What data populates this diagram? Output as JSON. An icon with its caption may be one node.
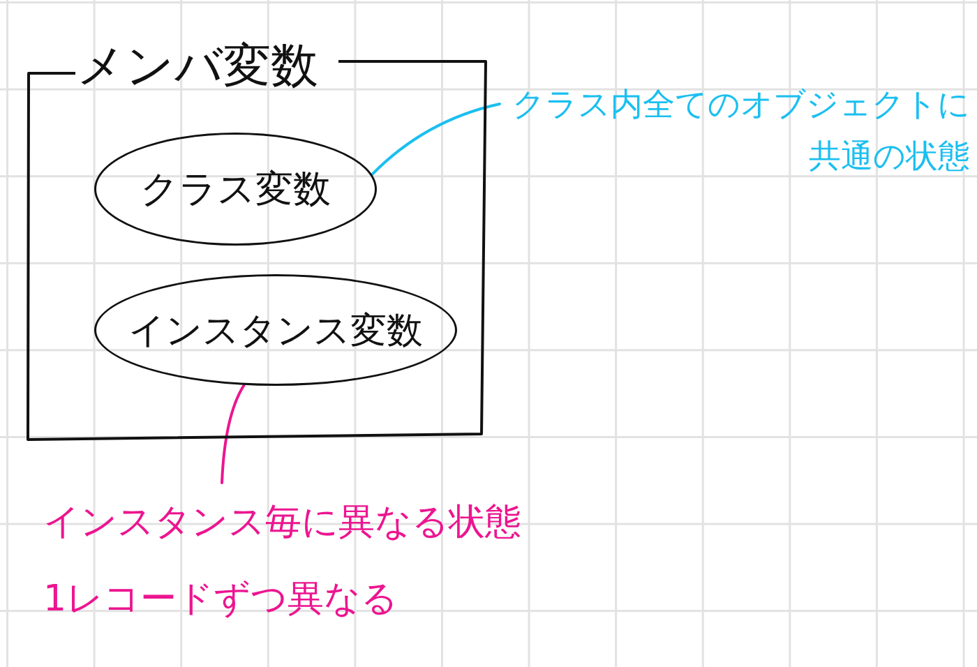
{
  "diagram": {
    "nodes": [
      {
        "text": [
          "メンバ変数"
        ]
      },
      {
        "text": [
          "クラス変数"
        ],
        "in": 0
      },
      {
        "text": [
          "インスタンス変数"
        ],
        "in": 0
      },
      {
        "text": [
          "クラス内全てのオブジェクトに共通の状態"
        ]
      },
      {
        "text": [
          "インスタンス毎に異なる状態",
          "1レコードずつ異なる"
        ]
      }
    ],
    "edges": [
      {
        "from": 3,
        "to": 1,
        "arrow": "none",
        "color": "#1bbff0"
      },
      {
        "from": 4,
        "to": 2,
        "arrow": "none",
        "color": "#ec1590"
      }
    ]
  }
}
